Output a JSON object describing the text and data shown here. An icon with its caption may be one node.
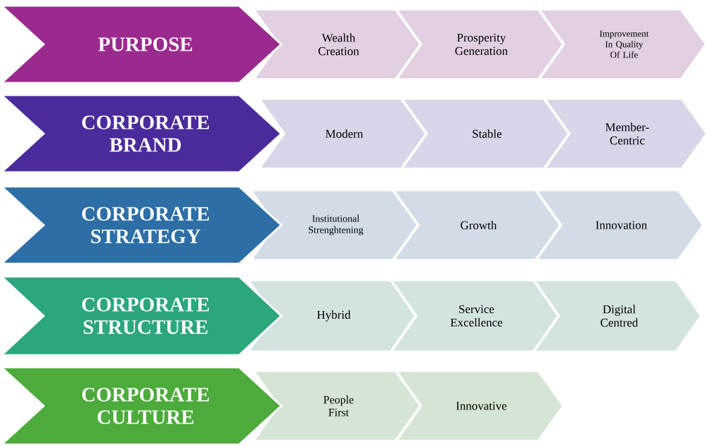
{
  "diagram": {
    "nodes": [
      {
        "text": [
          "PURPOSE"
        ]
      },
      {
        "text": [
          "Wealth Creation"
        ]
      },
      {
        "text": [
          "Prosperity Generation"
        ]
      },
      {
        "text": [
          "Improvement In Quality Of Life"
        ]
      },
      {
        "text": [
          "CORPORATE BRAND"
        ]
      },
      {
        "text": [
          "Modern"
        ]
      },
      {
        "text": [
          "Stable"
        ]
      },
      {
        "text": [
          "Member-Centric"
        ]
      },
      {
        "text": [
          "CORPORATE STRATEGY"
        ]
      },
      {
        "text": [
          "Institutional Strenghtening"
        ]
      },
      {
        "text": [
          "Growth"
        ]
      },
      {
        "text": [
          "Innovation"
        ]
      },
      {
        "text": [
          "CORPORATE STRUCTURE"
        ]
      },
      {
        "text": [
          "Hybrid"
        ]
      },
      {
        "text": [
          "Service Excellence"
        ]
      },
      {
        "text": [
          "Digital Centred"
        ]
      },
      {
        "text": [
          "CORPORATE CULTURE"
        ]
      },
      {
        "text": [
          "People First"
        ]
      },
      {
        "text": [
          "Innovative"
        ]
      }
    ]
  }
}
